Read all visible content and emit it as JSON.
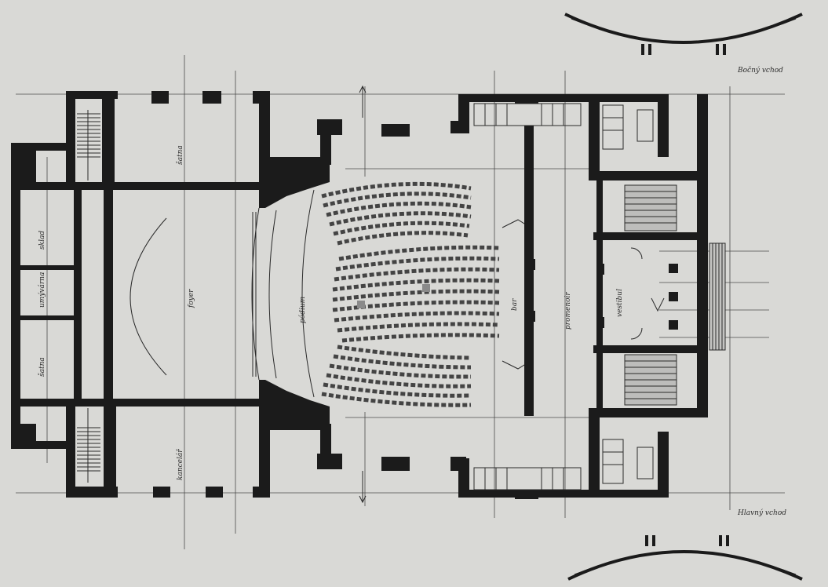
{
  "drawing": {
    "colors": {
      "paper": "#d9d9d6",
      "ink": "#1b1b1b",
      "line": "#2a2a2a"
    },
    "rooms": {
      "foyer": "foyer",
      "stage": "pódium",
      "upper_left": "šatna",
      "lower_left": "kancelář",
      "left_1": "sklad",
      "left_2": "umývárna",
      "left_3": "šatna",
      "right_foyer": "promenoir",
      "right_hall": "vestibul",
      "stand": "bar"
    },
    "notes": {
      "top_right": "Bočný vchod",
      "bottom_right": "Hlavný vchod"
    }
  }
}
